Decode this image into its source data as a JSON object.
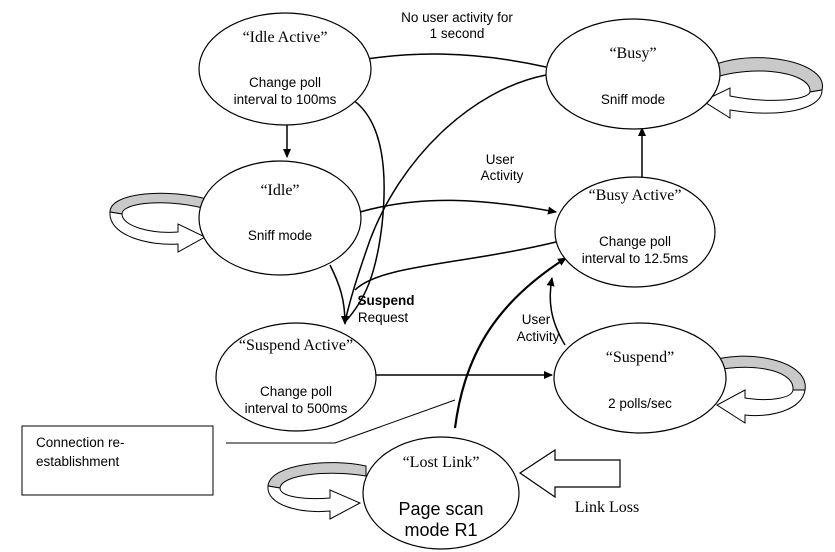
{
  "states": {
    "idle_active": {
      "title": "“Idle Active”",
      "line1": "Change poll",
      "line2": "interval to 100ms"
    },
    "busy": {
      "title": "“Busy”",
      "line1": "Sniff mode"
    },
    "idle": {
      "title": "“Idle”",
      "line1": "Sniff mode"
    },
    "busy_active": {
      "title": "“Busy Active”",
      "line1": "Change poll",
      "line2": "interval to 12.5ms"
    },
    "suspend_active": {
      "title": "“Suspend Active”",
      "line1": "Change poll",
      "line2": "interval to 500ms"
    },
    "suspend": {
      "title": "“Suspend”",
      "line1": "2 polls/sec"
    },
    "lost_link": {
      "title": "“Lost Link”",
      "line1": "Page scan",
      "line2": "mode R1"
    }
  },
  "labels": {
    "no_activity_line1": "No user activity for",
    "no_activity_line2": "1 second",
    "user_activity_1_line1": "User",
    "user_activity_1_line2": "Activity",
    "user_activity_2_line1": "User",
    "user_activity_2_line2": "Activity",
    "suspend_request_line1": "Suspend",
    "suspend_request_line2": "Request",
    "link_loss": "Link Loss"
  },
  "callout": {
    "line1": "Connection re-",
    "line2": "establishment"
  }
}
